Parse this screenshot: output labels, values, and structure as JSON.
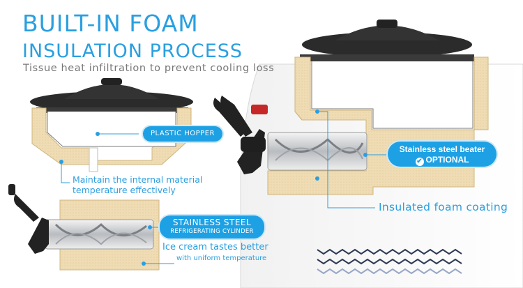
{
  "header": {
    "title_line1": "BUILT-IN FOAM",
    "title_line2": "INSULATION PROCESS",
    "subtitle": "Tissue heat infiltration to prevent cooling loss"
  },
  "labels": {
    "plastic_hopper": "PLASTIC HOPPER",
    "cylinder_line1": "STAINLESS STEEL",
    "cylinder_line2": "REFRIGERATING CYLINDER",
    "beater_line1": "Stainless steel beater",
    "beater_line2": "OPTIONAL"
  },
  "captions": {
    "maintain_line1": "Maintain the internal material",
    "maintain_line2": "temperature effectively",
    "taste_line1": "Ice cream tastes better",
    "taste_line2": "with uniform temperature",
    "foam": "Insulated foam coating"
  },
  "icons": [
    "checkmark-icon",
    "hopper-lid-icon",
    "dispenser-handle-icon",
    "auger-icon"
  ],
  "colors": {
    "accent": "#1da1e4",
    "heading": "#2a9fe0",
    "foam": "#efdcb4",
    "lid": "#2b2b2b"
  }
}
